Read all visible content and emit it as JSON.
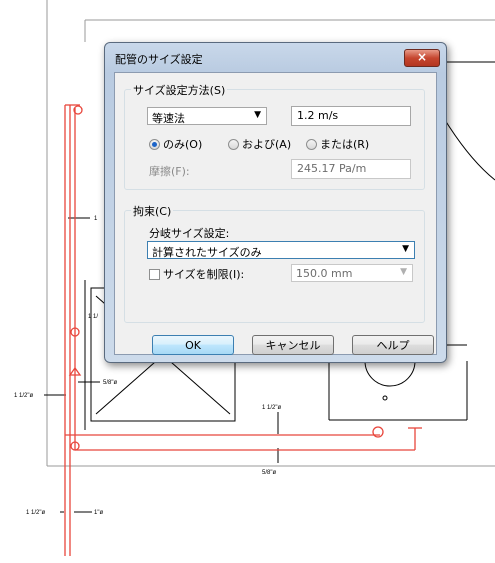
{
  "dialog": {
    "title": "配管のサイズ設定",
    "close_symbol": "×",
    "sizing_group": {
      "label": "サイズ設定方法(S)",
      "method_value": "等速法",
      "velocity_value": "1.2 m/s",
      "radios": [
        {
          "label": "のみ(O)",
          "selected": true
        },
        {
          "label": "および(A)",
          "selected": false
        },
        {
          "label": "または(R)",
          "selected": false
        }
      ],
      "friction_label": "摩擦(F):",
      "friction_value": "245.17 Pa/m"
    },
    "constraints_group": {
      "label": "拘束(C)",
      "branch_label": "分岐サイズ設定:",
      "branch_value": "計算されたサイズのみ",
      "limit_label": "サイズを制限(I):",
      "limit_checked": false,
      "limit_value": "150.0 mm"
    },
    "buttons": {
      "ok": "OK",
      "cancel": "キャンセル",
      "help": "ヘルプ"
    }
  },
  "drawing": {
    "labels": {
      "dim_1_top": "1",
      "dim_1_half_mid": "1 1/",
      "dim_5_8_left": "5/8\"ø",
      "dim_1_1_2_left": "1 1/2\"ø",
      "dim_1_1_2_right": "1 1/2\"ø",
      "dim_5_8_bottom": "5/8\"ø",
      "dim_1_1_2_bottom": "1 1/2\"ø",
      "dim_1_bottom": "1\"ø"
    },
    "pipe_color": "#e8463c"
  }
}
